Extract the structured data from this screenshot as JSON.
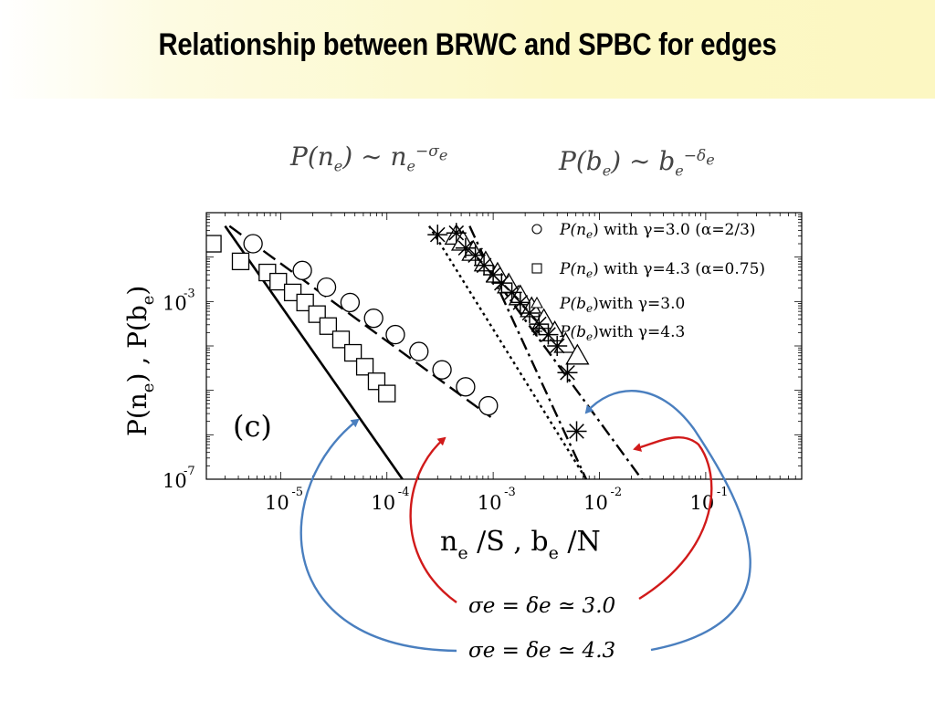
{
  "slide": {
    "title": "Relationship between BRWC and SPBC for edges"
  },
  "formulas": {
    "f1": {
      "lhs": "P(n",
      "lhs_sub": "e",
      "rel": ") ∼ n",
      "base_sub": "e",
      "exp": "−σ",
      "exp_sub": "e"
    },
    "f2": {
      "lhs": "P(b",
      "lhs_sub": "e",
      "rel": ") ∼ b",
      "base_sub": "e",
      "exp": "−δ",
      "exp_sub": "e"
    }
  },
  "annotations": {
    "eq1": {
      "text": "σe = δe ≃ 3.0",
      "color": "#d11a1a"
    },
    "eq2": {
      "text": "σe = δe ≃ 4.3",
      "color": "#4a7fbf"
    }
  },
  "chart_data": {
    "type": "scatter",
    "log_x": true,
    "log_y": true,
    "xlim": [
      2e-06,
      0.8
    ],
    "ylim": [
      1e-07,
      0.1
    ],
    "x_ticks": [
      {
        "value": 1e-05,
        "label": "10",
        "exp": "-5"
      },
      {
        "value": 0.0001,
        "label": "10",
        "exp": "-4"
      },
      {
        "value": 0.001,
        "label": "10",
        "exp": "-3"
      },
      {
        "value": 0.01,
        "label": "10",
        "exp": "-2"
      },
      {
        "value": 0.1,
        "label": "10",
        "exp": "-1"
      }
    ],
    "y_ticks": [
      {
        "value": 0.001,
        "label": "10",
        "exp": "-3"
      },
      {
        "value": 1e-07,
        "label": "10",
        "exp": "-7"
      }
    ],
    "xlabel": "n_e /S , b_e /N",
    "ylabel": "P(n_e) , P(b_e)",
    "panel_label": "(c)",
    "legend_position": "top-right",
    "series": [
      {
        "name": "P(n_e) with γ=3.0 (α=2/3)",
        "marker": "circle",
        "legend": {
          "math": "P(n",
          "sub": "e",
          "rest": ")",
          "text": " with γ=3.0 (α=2/3)"
        },
        "x": [
          5.5e-06,
          1.6e-05,
          2.7e-05,
          4.5e-05,
          7.5e-05,
          0.00012,
          0.0002,
          0.00033,
          0.00055,
          0.0009
        ],
        "y": [
          0.02,
          0.005,
          0.0021,
          0.00095,
          0.00042,
          0.00018,
          7.5e-05,
          2.9e-05,
          1.2e-05,
          4.5e-06
        ]
      },
      {
        "name": "P(n_e) with γ=4.3 (α=0.75)",
        "marker": "square",
        "legend": {
          "math": "P(n",
          "sub": "e",
          "rest": ")",
          "text": " with γ=4.3 (α=0.75)"
        },
        "x": [
          2.3e-06,
          4.2e-06,
          7.5e-06,
          9.5e-06,
          1.3e-05,
          1.7e-05,
          2.2e-05,
          2.8e-05,
          3.7e-05,
          4.8e-05,
          6.2e-05,
          8e-05,
          0.0001
        ],
        "y": [
          0.02,
          0.008,
          0.0045,
          0.0028,
          0.0016,
          0.00095,
          0.00052,
          0.00028,
          0.00014,
          7e-05,
          3.4e-05,
          1.6e-05,
          8.5e-06
        ]
      },
      {
        "name": "P(b_e)with γ=3.0",
        "marker": "triangle",
        "legend": {
          "math": "P(b",
          "sub": "e",
          "rest": ")",
          "text": "with γ=3.0"
        },
        "x": [
          0.00045,
          0.00052,
          0.00065,
          0.00085,
          0.0011,
          0.0014,
          0.0018,
          0.0023,
          0.003,
          0.0038,
          0.0048,
          0.0062
        ],
        "y": [
          0.03,
          0.022,
          0.013,
          0.0075,
          0.0042,
          0.0024,
          0.0013,
          0.0007,
          0.00038,
          0.0002,
          0.00011,
          6e-05
        ]
      },
      {
        "name": "P(b_e)with γ=4.3",
        "marker": "asterisk",
        "legend": {
          "math": "P(b",
          "sub": "e",
          "rest": ")",
          "text": "with γ=4.3"
        },
        "x": [
          0.0003,
          0.00045,
          0.00055,
          0.00068,
          0.00082,
          0.001,
          0.0012,
          0.0015,
          0.0018,
          0.0022,
          0.0027,
          0.0033,
          0.004,
          0.005,
          0.0061
        ],
        "y": [
          0.032,
          0.035,
          0.016,
          0.011,
          0.0065,
          0.004,
          0.0026,
          0.0016,
          0.00095,
          0.00055,
          0.00031,
          0.00018,
          0.0001,
          2.5e-05,
          1.2e-06
        ]
      }
    ],
    "fit_lines": [
      {
        "style": "solid",
        "x": [
          3e-06,
          0.00014
        ],
        "y": [
          0.05,
          1e-07
        ]
      },
      {
        "style": "dash",
        "x": [
          3.3e-06,
          0.00095
        ],
        "y": [
          0.05,
          2.5e-06
        ]
      },
      {
        "style": "dashdot",
        "x": [
          0.00045,
          0.025
        ],
        "y": [
          0.05,
          1e-07
        ]
      },
      {
        "style": "dashdot",
        "x": [
          0.0006,
          0.0075
        ],
        "y": [
          0.05,
          1e-07
        ]
      },
      {
        "style": "dotted",
        "x": [
          0.00025,
          0.0075
        ],
        "y": [
          0.05,
          1e-07
        ]
      }
    ]
  }
}
